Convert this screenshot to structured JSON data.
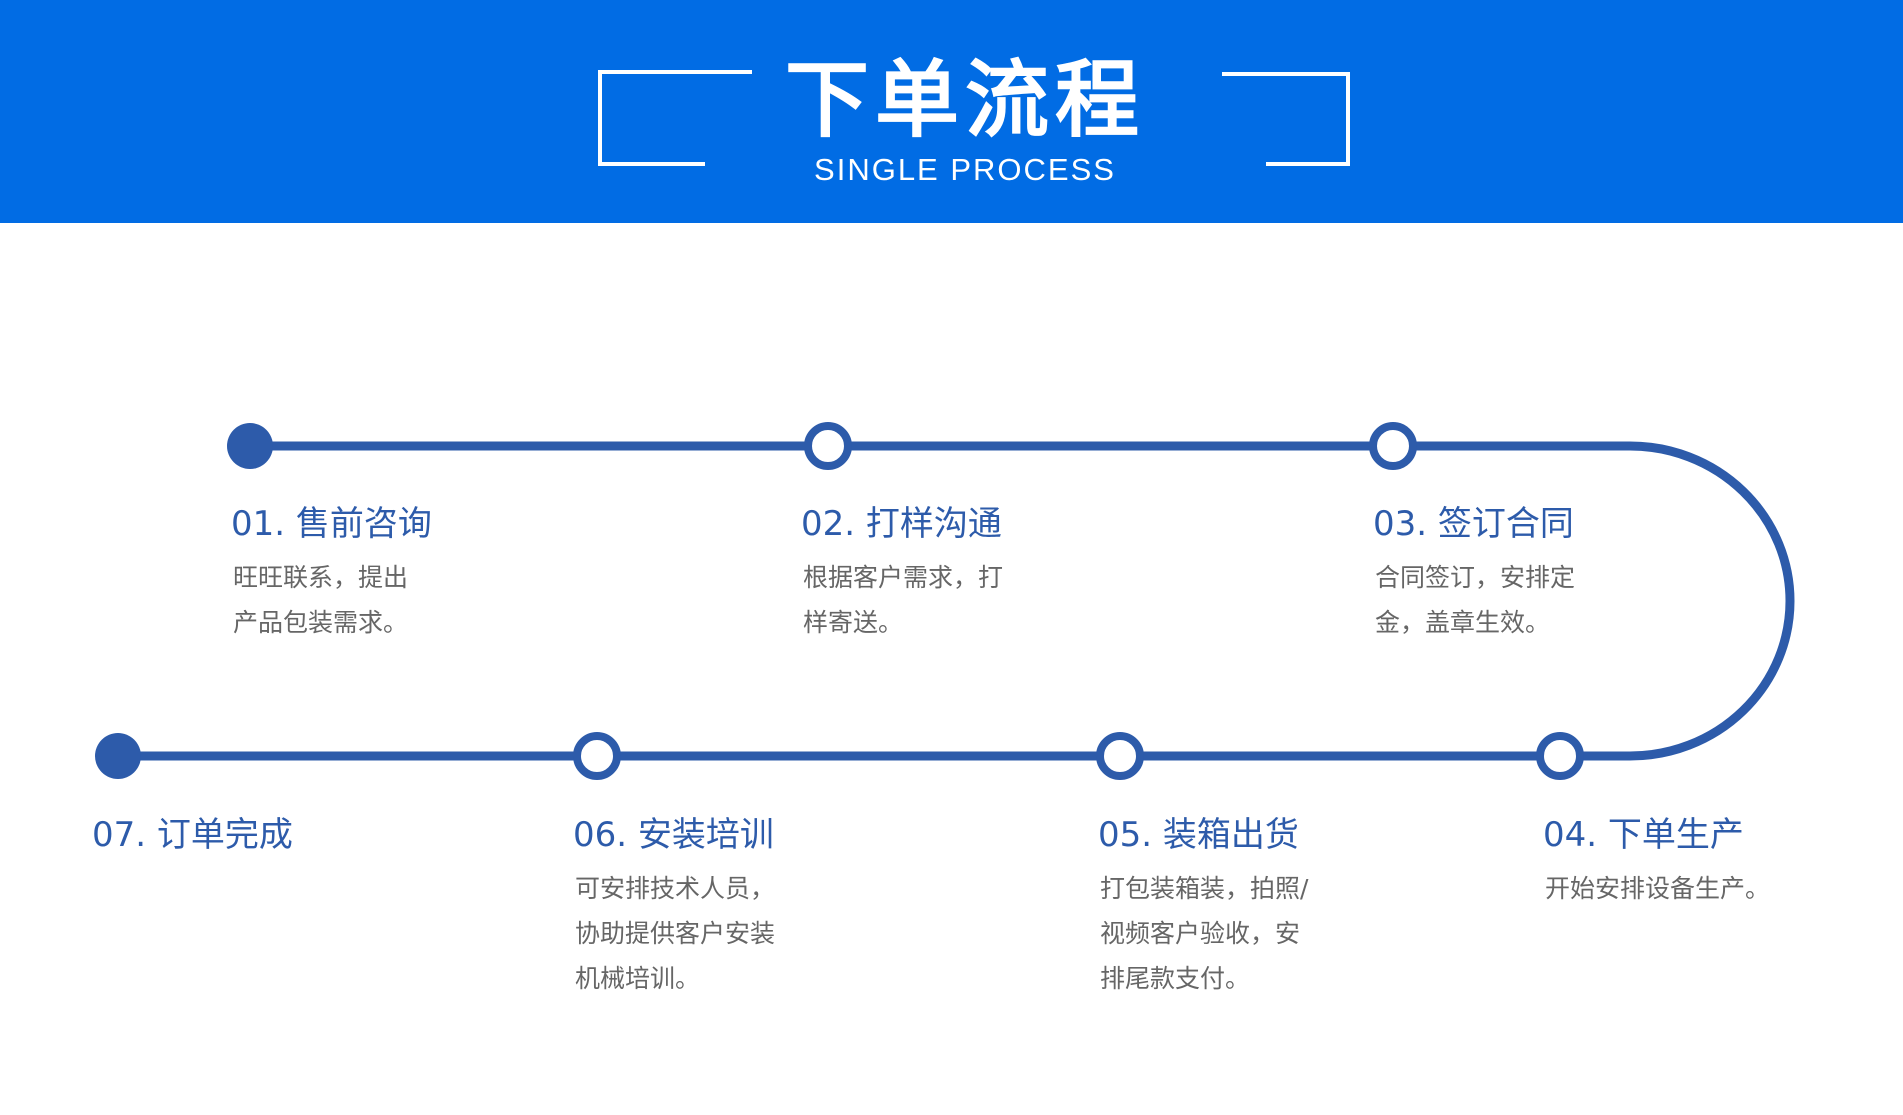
{
  "header": {
    "title": "下单流程",
    "subtitle": "SINGLE PROCESS"
  },
  "colors": {
    "header_bg": "#016ce4",
    "track": "#2d5baa",
    "title_text": "#2d5baa",
    "desc_text": "#666666"
  },
  "steps": [
    {
      "title": "01. 售前咨询",
      "desc": [
        "旺旺联系，提出",
        "产品包装需求。"
      ]
    },
    {
      "title": "02. 打样沟通",
      "desc": [
        "根据客户需求，打",
        "样寄送。"
      ]
    },
    {
      "title": "03. 签订合同",
      "desc": [
        "合同签订，安排定",
        "金，盖章生效。"
      ]
    },
    {
      "title": "04. 下单生产",
      "desc": [
        "开始安排设备生产。"
      ]
    },
    {
      "title": "05. 装箱出货",
      "desc": [
        "打包装箱装，拍照/",
        "视频客户验收，安",
        "排尾款支付。"
      ]
    },
    {
      "title": "06. 安装培训",
      "desc": [
        "可安排技术人员，",
        "协助提供客户安装",
        "机械培训。"
      ]
    },
    {
      "title": "07. 订单完成",
      "desc": []
    }
  ]
}
